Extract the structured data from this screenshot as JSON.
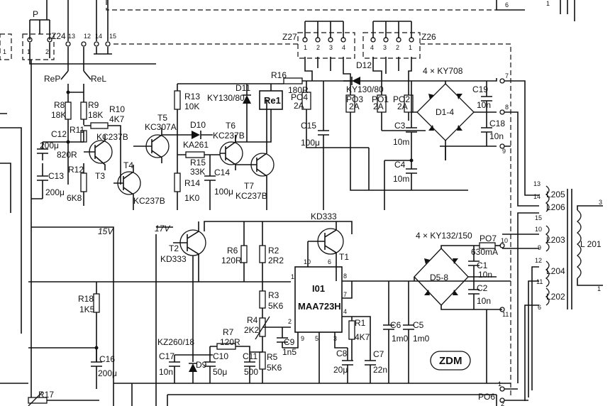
{
  "stamp": "ZDM",
  "nets": {
    "v15": "15V",
    "v17": "17V"
  },
  "connectors": {
    "p": "P",
    "z24": "Z24",
    "z27": "Z27",
    "z26": "Z26",
    "z24_pins": [
      "13",
      "12",
      "14",
      "15"
    ],
    "z27_pins": [
      "1",
      "2",
      "3",
      "4"
    ],
    "z26_pins": [
      "4",
      "3",
      "2",
      "1"
    ],
    "p_pins": [
      "1",
      "2"
    ],
    "left_pin": "1",
    "top_pins": [
      "6",
      "1"
    ]
  },
  "relays": {
    "rep": "ReP",
    "rel": "ReL",
    "re1": "Re1"
  },
  "resistors": {
    "r8": "R8",
    "r8v": "18K",
    "r9": "R9",
    "r9v": "18K",
    "r10": "R10",
    "r10v": "4K7",
    "r11": "R11",
    "r11v": "820R",
    "r12": "R12",
    "r12v": "6K8",
    "r13": "R13",
    "r13v": "10K",
    "r14": "R14",
    "r14v": "1K0",
    "r15": "R15",
    "r15v": "33K",
    "r16": "R16",
    "r16v": "180R",
    "r18": "R18",
    "r18v": "1K5",
    "r17": "R17",
    "r6": "R6",
    "r6v": "120R",
    "r2": "R2",
    "r2v": "2R2",
    "r3": "R3",
    "r3v": "5K6",
    "r4": "R4",
    "r4v": "2K2",
    "r5": "R5",
    "r5v": "5K6",
    "r7": "R7",
    "r7v": "120R",
    "r1": "R1",
    "r1v": "4K7"
  },
  "capacitors": {
    "c12": "C12",
    "c12v": "200μ",
    "c13": "C13",
    "c13v": "200μ",
    "c14": "C14",
    "c14v": "100μ",
    "c15": "C15",
    "c15v": "100μ",
    "c3": "C3",
    "c3v": "10m",
    "c4": "C4",
    "c4v": "10m",
    "c19": "C19",
    "c19v": "10n",
    "c18": "C18",
    "c18v": "10n",
    "c16": "C16",
    "c16v": "200μ",
    "c17": "C17",
    "c17v": "10n",
    "c10": "C10",
    "c10v": "50μ",
    "c11": "C11",
    "c11v": "500",
    "c9": "C9",
    "c9v": "1n5",
    "c8": "C8",
    "c8v": "20μ",
    "c7": "C7",
    "c7v": "22n",
    "c6": "C6",
    "c6v": "1m0",
    "c5": "C5",
    "c5v": "1m0",
    "c1": "C1",
    "c1v": "10n",
    "c2": "C2",
    "c2v": "10n"
  },
  "semis": {
    "t3": "T3",
    "t3v": "KC237B",
    "t4": "T4",
    "t4v": "KC237B",
    "t5": "T5",
    "t5v": "KC307A",
    "t6": "T6",
    "t6v": "KC237B",
    "t7": "T7",
    "t7v": "KC237B",
    "t2": "T2",
    "t2v": "KD333",
    "t1": "T1",
    "t1v": "KD333",
    "d10": "D10",
    "d10v": "KA261",
    "d11": "D11",
    "d11v": "KY130/80",
    "d12": "D12",
    "d12v": "KY130/80",
    "d9": "D9",
    "d9v": "KZ260/18",
    "d14": "D1-4",
    "d14v": "4 × KY708",
    "d58": "D5-8",
    "d58v": "4 × KY132/150",
    "ic": "I01",
    "icv": "MAA723H",
    "ic_pins": [
      "10",
      "6",
      "8",
      "7",
      "4",
      "5",
      "9",
      "3",
      "2",
      "1"
    ]
  },
  "fuses": {
    "po4": "PO4",
    "po4v": "2A",
    "po3": "PO3",
    "po3v": "2A",
    "po1": "PO1",
    "po1v": "2A",
    "po2": "PO2",
    "po2v": "2A",
    "po7": "PO7",
    "po7v": "630mA",
    "po6": "PO6"
  },
  "transformer": {
    "label": "L 201",
    "windings": [
      "L205",
      "L206",
      "L203",
      "L204",
      "L202"
    ],
    "left_pins": [
      "13",
      "14",
      "15",
      "10",
      "9",
      "12",
      "11",
      "6"
    ],
    "right_pins": [
      "3",
      "1"
    ],
    "bus_pins": [
      "7",
      "8",
      "9",
      "10",
      "11",
      "1",
      "2"
    ]
  }
}
